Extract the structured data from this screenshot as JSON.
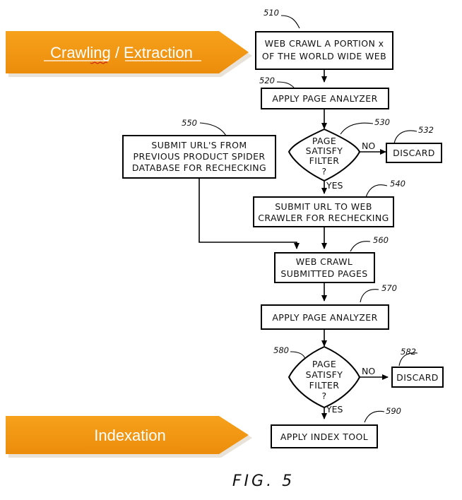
{
  "banners": {
    "crawling_word": "Crawling",
    "separator": " / ",
    "extraction_word": "Extraction",
    "indexation": "Indexation"
  },
  "nodes": {
    "n510": {
      "ref": "510",
      "line1": "WEB CRAWL A PORTION x",
      "line2": "OF THE WORLD WIDE WEB"
    },
    "n520": {
      "ref": "520",
      "line1": "APPLY PAGE ANALYZER"
    },
    "n530": {
      "ref": "530",
      "line1": "PAGE",
      "line2": "SATISFY",
      "line3": "FILTER",
      "line4": "?"
    },
    "n532": {
      "ref": "532",
      "line1": "DISCARD"
    },
    "n540": {
      "ref": "540",
      "line1": "SUBMIT URL TO WEB",
      "line2": "CRAWLER FOR RECHECKING"
    },
    "n550": {
      "ref": "550",
      "line1": "SUBMIT URL'S FROM",
      "line2": "PREVIOUS PRODUCT SPIDER",
      "line3": "DATABASE FOR RECHECKING"
    },
    "n560": {
      "ref": "560",
      "line1": "WEB CRAWL",
      "line2": "SUBMITTED PAGES"
    },
    "n570": {
      "ref": "570",
      "line1": "APPLY PAGE ANALYZER"
    },
    "n580": {
      "ref": "580",
      "line1": "PAGE",
      "line2": "SATISFY",
      "line3": "FILTER",
      "line4": "?"
    },
    "n582": {
      "ref": "582",
      "line1": "DISCARD"
    },
    "n590": {
      "ref": "590",
      "line1": "APPLY INDEX TOOL"
    }
  },
  "edges": {
    "no_label": "NO",
    "yes_label": "YES"
  },
  "figure_caption": "FIG. 5"
}
